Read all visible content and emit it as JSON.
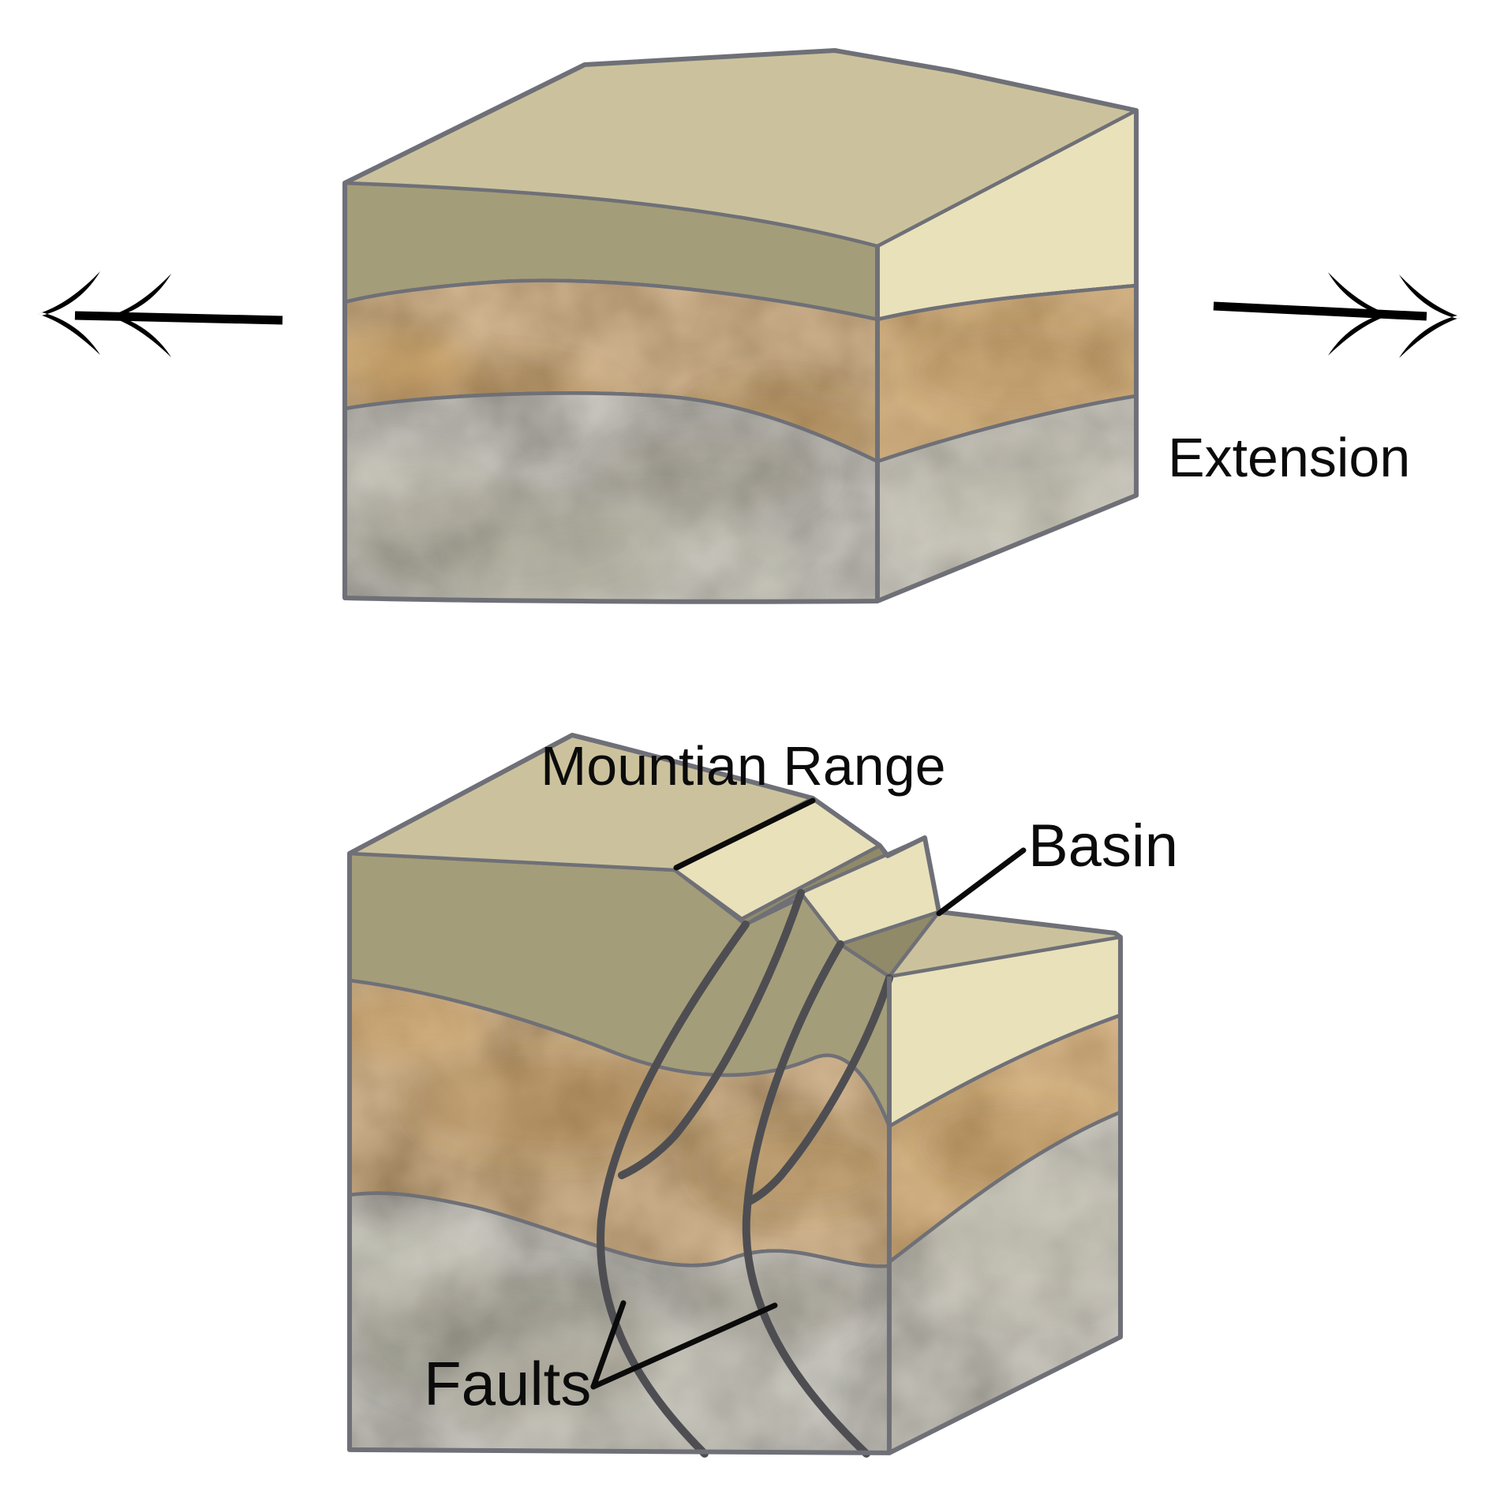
{
  "diagram_type": "geological-extension-block-diagram",
  "panels": {
    "top_panel": {
      "name": "undeformed crust block with extension arrows",
      "label_extension": "Extension"
    },
    "bottom_panel": {
      "name": "extended crust block with horsts and grabens",
      "label_mountain_range": "Mountian Range",
      "label_basin": "Basin",
      "label_faults": "Faults"
    }
  },
  "colors": {
    "background": "#FFFFFF",
    "top_face_khaki": "#CBC29D",
    "cream_layer": "#E9E1BA",
    "olive_layer": "#A49D79",
    "graben_floor_olive": "#908A68",
    "orange_layer_front": "#C28C42",
    "orange_layer_side": "#D09B4F",
    "basement_gray_front": "#A09A87",
    "basement_gray_side": "#B4AE9C",
    "outline_gray": "#6F7077",
    "fault_line": "#4E4E52",
    "annotation_ink": "#0B0B0B"
  }
}
